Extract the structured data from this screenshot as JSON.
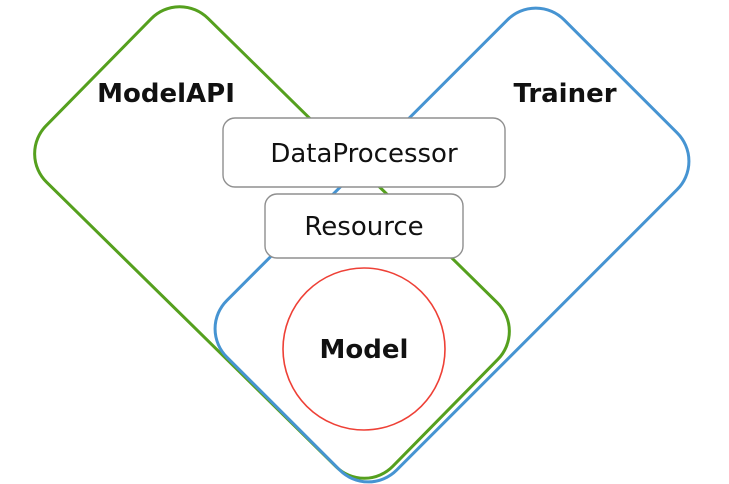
{
  "page": {
    "background": "#ffffff"
  },
  "diagram": {
    "type": "venn-architecture-diagram",
    "sets": [
      {
        "id": "modelapi",
        "label": "ModelAPI",
        "shape": "rotated-rounded-square",
        "color": "#55a01e"
      },
      {
        "id": "trainer",
        "label": "Trainer",
        "shape": "rotated-rounded-square",
        "color": "#4694d2"
      }
    ],
    "nodes": [
      {
        "id": "dataprocessor",
        "label": "DataProcessor",
        "shape": "rounded-rect",
        "fill": "#ffffff",
        "border_color": "#8f8f8f"
      },
      {
        "id": "resource",
        "label": "Resource",
        "shape": "rounded-rect",
        "fill": "#ffffff",
        "border_color": "#8f8f8f"
      },
      {
        "id": "model",
        "label": "Model",
        "shape": "circle",
        "fill": "#ffffff",
        "border_color": "#ee4036"
      }
    ]
  }
}
